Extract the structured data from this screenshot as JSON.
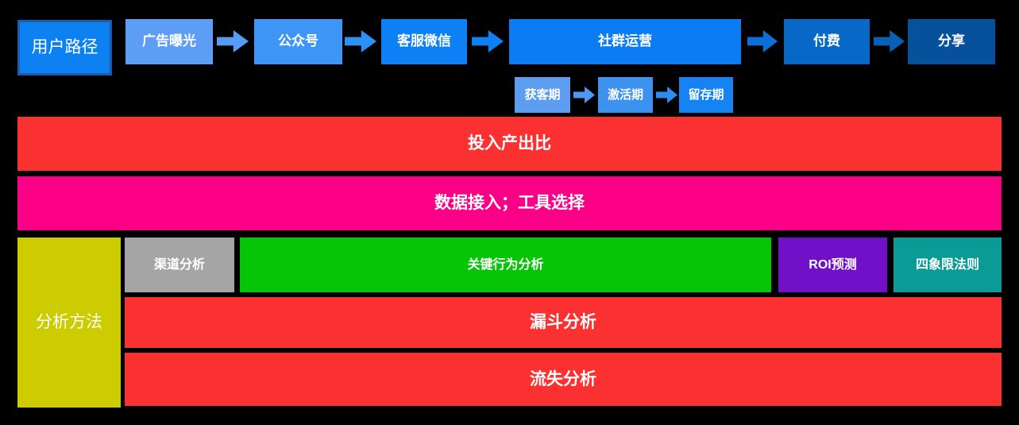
{
  "title_box": {
    "label": "用户路径"
  },
  "flow": {
    "steps": [
      {
        "label": "广告曝光"
      },
      {
        "label": "公众号"
      },
      {
        "label": "客服微信"
      },
      {
        "label": "社群运营"
      },
      {
        "label": "付费"
      },
      {
        "label": "分享"
      }
    ],
    "sub_steps": [
      {
        "label": "获客期"
      },
      {
        "label": "激活期"
      },
      {
        "label": "留存期"
      }
    ]
  },
  "bars": {
    "roi_label": "投入产出比",
    "data_label": "数据接入；工具选择"
  },
  "analysis": {
    "side_label": "分析方法",
    "methods": [
      {
        "label": "渠道分析"
      },
      {
        "label": "关键行为分析"
      },
      {
        "label": "ROI预测"
      },
      {
        "label": "四象限法则"
      }
    ],
    "funnel_label": "漏斗分析",
    "churn_label": "流失分析"
  },
  "colors": {
    "background": "#000000",
    "text": "#FFFFFF",
    "title_fill": "#0D80F2",
    "title_border": "#1C5CAE",
    "step_ad": "#5C9DF5",
    "step_official_account": "#3D95F5",
    "step_service_wechat": "#0E80F5",
    "step_community": "#0C7CF5",
    "step_pay": "#0768C8",
    "step_share": "#07509B",
    "phase_acquire": "#5C9DF0",
    "phase_activate": "#3D92F0",
    "phase_retain": "#1584F2",
    "arrow_1": "#569BF5",
    "arrow_2": "#2E8FF5",
    "arrow_3": "#0D80F5",
    "arrow_4": "#0B6FD9",
    "arrow_5": "#0760B5",
    "sub_arrow_1": "#4F97F0",
    "sub_arrow_2": "#2E8CF0",
    "bar_red": "#FB3131",
    "bar_pink": "#FB0087",
    "side_yellow": "#CCCC00",
    "method_gray": "#A5A5A5",
    "method_green": "#06C406",
    "method_purple": "#7110C9",
    "method_teal": "#0A9B96"
  }
}
